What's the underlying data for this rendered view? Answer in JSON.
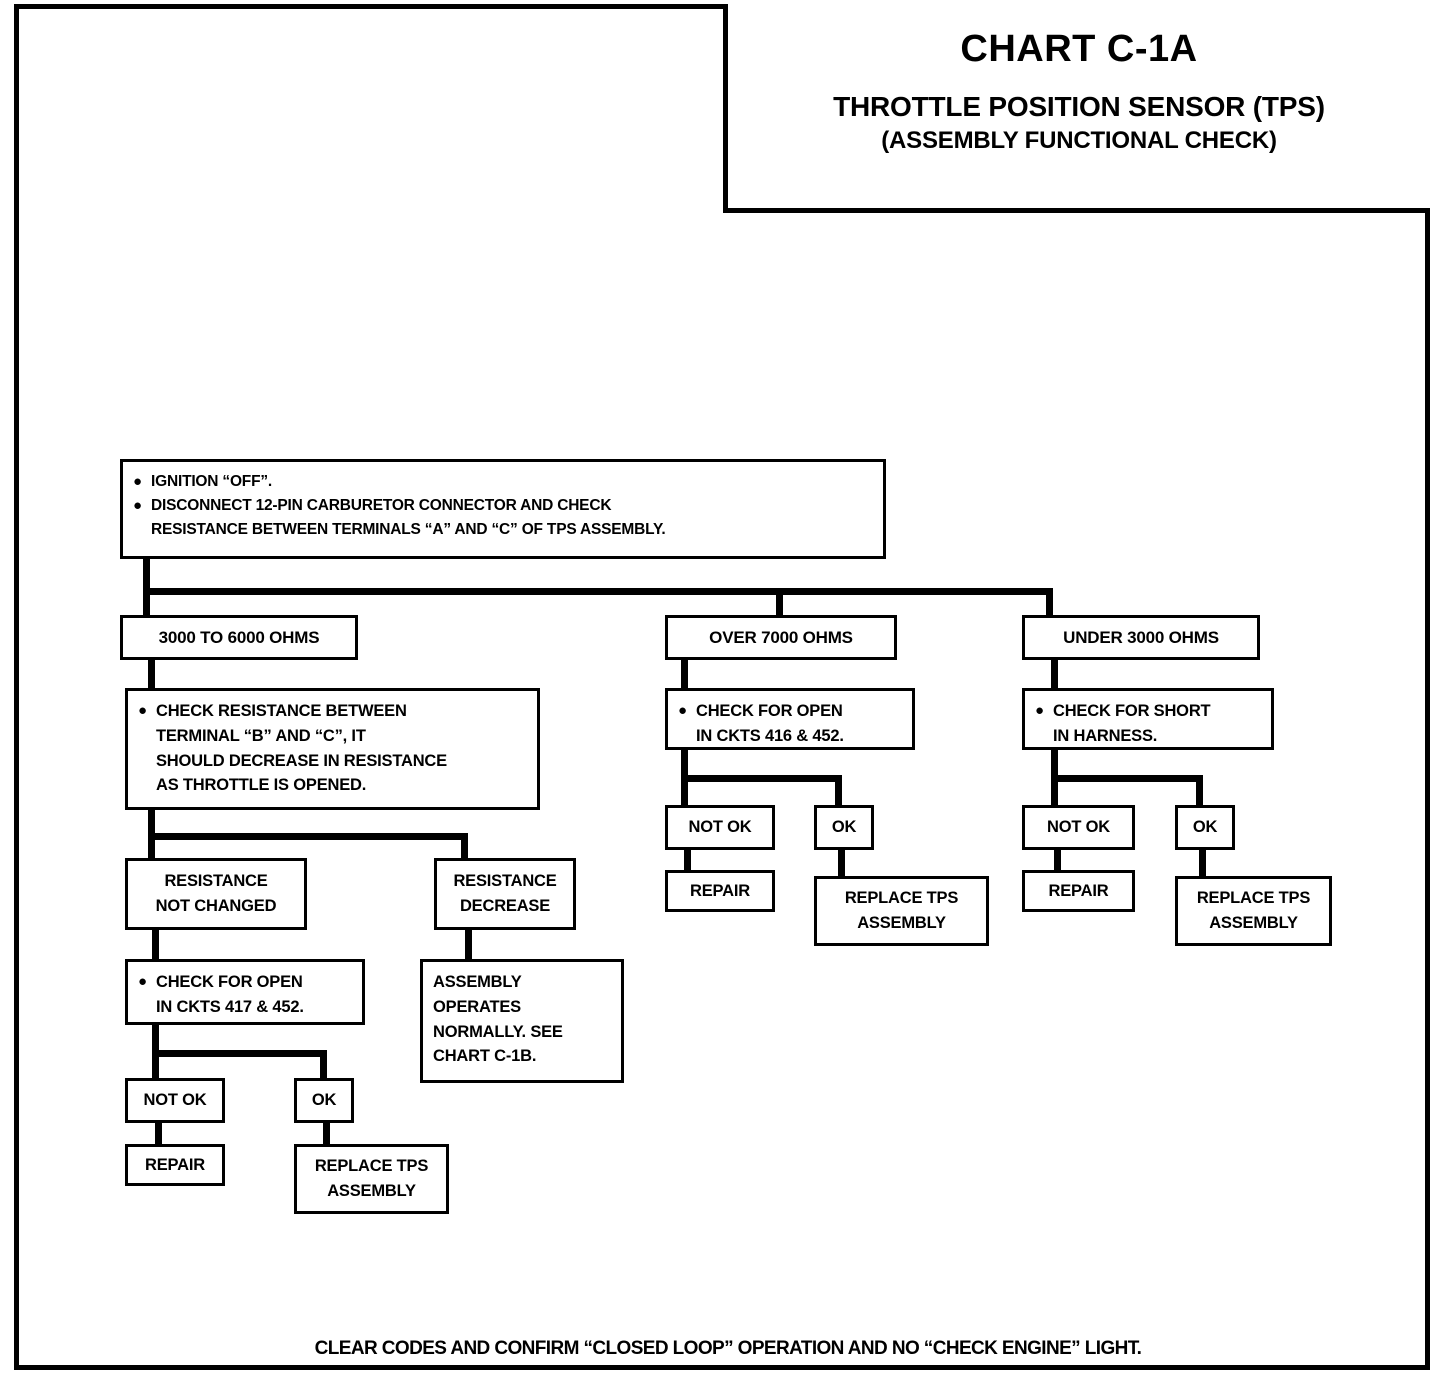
{
  "title": {
    "chart_id": "CHART C-1A",
    "subtitle_1": "THROTTLE POSITION SENSOR (TPS)",
    "subtitle_2": "(ASSEMBLY FUNCTIONAL CHECK)"
  },
  "footer": {
    "text": "CLEAR CODES AND CONFIRM  “CLOSED LOOP” OPERATION AND NO “CHECK ENGINE” LIGHT."
  },
  "start": {
    "bullet_1": "IGNITION “OFF”.",
    "bullet_2_line_1": "DISCONNECT 12-PIN CARBURETOR CONNECTOR AND CHECK",
    "bullet_2_line_2": "RESISTANCE BETWEEN TERMINALS “A” AND “C” OF TPS ASSEMBLY."
  },
  "branches": {
    "left": {
      "condition": "3000 TO 6000 OHMS",
      "check": {
        "line_1": "CHECK RESISTANCE BETWEEN",
        "line_2": "TERMINAL “B” AND “C”, IT",
        "line_3": "SHOULD DECREASE IN RESISTANCE",
        "line_4": "AS THROTTLE IS OPENED."
      },
      "result_not_changed_line_1": "RESISTANCE",
      "result_not_changed_line_2": "NOT CHANGED",
      "result_decrease_line_1": "RESISTANCE",
      "result_decrease_line_2": "DECREASE",
      "open_check_line_1": "CHECK FOR OPEN",
      "open_check_line_2": "IN CKTS 417 & 452.",
      "normal_line_1": "ASSEMBLY",
      "normal_line_2": "OPERATES",
      "normal_line_3": "NORMALLY. SEE",
      "normal_line_4": "CHART C-1B.",
      "not_ok": "NOT OK",
      "ok": "OK",
      "repair": "REPAIR",
      "replace_line_1": "REPLACE TPS",
      "replace_line_2": "ASSEMBLY"
    },
    "middle": {
      "condition": "OVER 7000 OHMS",
      "check_line_1": "CHECK FOR OPEN",
      "check_line_2": "IN CKTS 416 & 452.",
      "not_ok": "NOT OK",
      "ok": "OK",
      "repair": "REPAIR",
      "replace_line_1": "REPLACE TPS",
      "replace_line_2": "ASSEMBLY"
    },
    "right": {
      "condition": "UNDER 3000 OHMS",
      "check_line_1": "CHECK FOR SHORT",
      "check_line_2": "IN HARNESS.",
      "not_ok": "NOT OK",
      "ok": "OK",
      "repair": "REPAIR",
      "replace_line_1": "REPLACE TPS",
      "replace_line_2": "ASSEMBLY"
    }
  },
  "colors": {
    "ink": "#000000",
    "paper": "#ffffff"
  }
}
